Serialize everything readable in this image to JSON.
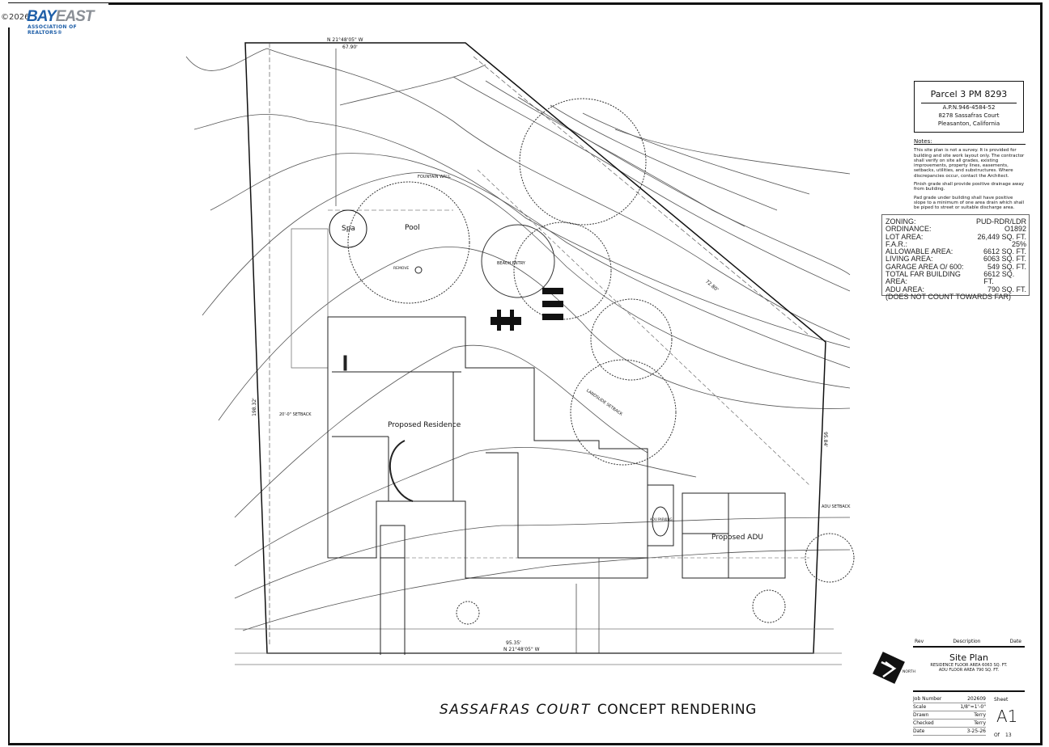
{
  "watermark": {
    "copyright": "©2026",
    "brand_bay": "BAY",
    "brand_east": "EAST",
    "association": "ASSOCIATION OF REALTORS®"
  },
  "parcel": {
    "title": "Parcel 3 PM 8293",
    "apn": "A.P.N.946-4584-52",
    "address": "8278 Sassafras Court",
    "city": "Pleasanton, California"
  },
  "notes": {
    "heading": "Notes:",
    "items": [
      "This site plan is not a survey. It is provided for building and site work layout only. The contractor shall verify on site all grades, existing improvements, property lines, easements, setbacks, utilities, and substructures. Where discrepancies occur, contact the Architect.",
      "Finish grade shall provide positive drainage away from building.",
      "Pad grade under building shall have positive slope to a minimum of one area drain which shall be piped to street or suitable discharge area."
    ]
  },
  "zoning": [
    {
      "label": "ZONING:",
      "value": "PUD-RDR/LDR"
    },
    {
      "label": "ORDINANCE:",
      "value": "O1892"
    },
    {
      "label": "LOT AREA:",
      "value": "26,449 SQ. FT."
    },
    {
      "label": "F.A.R.:",
      "value": "25%"
    },
    {
      "label": "ALLOWABLE AREA:",
      "value": "6612 SQ. FT."
    },
    {
      "label": "LIVING AREA:",
      "value": "6063 SQ. FT."
    },
    {
      "label": "GARAGE AREA O/ 600:",
      "value": "549 SQ. FT."
    },
    {
      "label": "TOTAL FAR BUILDING AREA:",
      "value": "6612 SQ. FT."
    },
    {
      "label": "ADU AREA:",
      "value": "790 SQ. FT."
    }
  ],
  "zoning_footnote": "(DOES NOT COUNT TOWARDS FAR)",
  "plan_labels": {
    "spa": "Spa",
    "pool": "Pool",
    "residence": "Proposed Residence",
    "adu": "Proposed ADU",
    "fountain_wall": "FOUNTAIN WALL",
    "beach_entry": "BEACH ENTRY",
    "remove": "REMOVE",
    "landslide_setback": "LANDSLIDE SETBACK",
    "setback": "20'-0\" SETBACK",
    "adu_setback": "ADU SETBACK",
    "parking": "ADU PARKING",
    "bearing_top": "N 21°48'05\" W",
    "dist_top": "67.90'",
    "bearing_bottom": "N 21°48'05\" W",
    "dist_bottom": "95.35'",
    "dist_left": "198.32'",
    "dist_right": "95.84'",
    "dist_ne": "72.80'"
  },
  "title_block": {
    "rev": "Rev",
    "description": "Description",
    "date_col": "Date",
    "title": "Site Plan",
    "sub1": "RESIDENCE FLOOR AREA 6063 SQ. FT.",
    "sub2": "ADU FLOOR AREA 790 SQ. FT.",
    "north": "NORTH",
    "fields": [
      {
        "label": "Job Number",
        "value": "202609"
      },
      {
        "label": "Scale",
        "value": "1/8\"=1'-0\""
      },
      {
        "label": "Drawn",
        "value": "Terry"
      },
      {
        "label": "Checked",
        "value": "Terry"
      },
      {
        "label": "Date",
        "value": "3-25-26"
      }
    ],
    "sheet_label": "Sheet",
    "sheet": "A1",
    "of_label": "Of",
    "of": "13"
  },
  "caption": {
    "street": "SASSAFRAS COURT",
    "rest": "CONCEPT RENDERING"
  }
}
